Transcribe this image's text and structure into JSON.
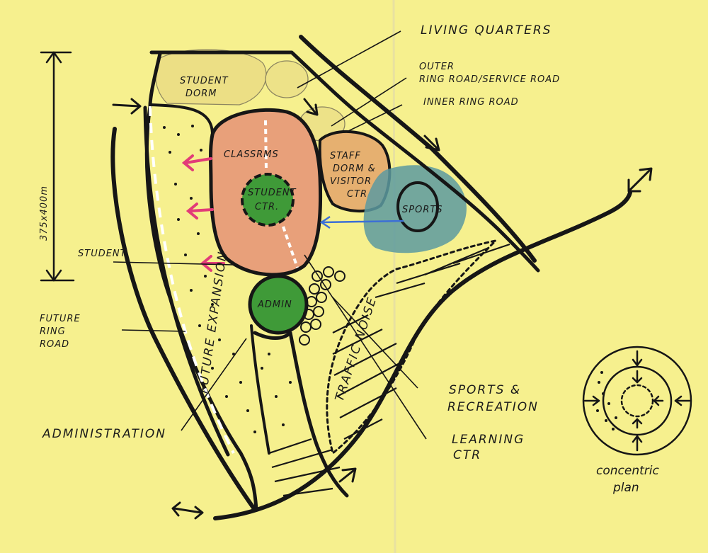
{
  "labels": {
    "living_quarters": "LIVING QUARTERS",
    "outer_ring_1": "OUTER",
    "outer_ring_2": "RING ROAD/SERVICE ROAD",
    "inner_ring": "INNER RING ROAD",
    "dimension": "375x400m",
    "student": "STUDENT",
    "future_ring_1": "FUTURE",
    "future_ring_2": "RING",
    "future_ring_3": "ROAD",
    "administration": "ADMINISTRATION",
    "sports_rec_1": "SPORTS &",
    "sports_rec_2": "RECREATION",
    "learning_1": "LEARNING",
    "learning_2": "CTR",
    "concentric_1": "concentric",
    "concentric_2": "plan"
  },
  "zones": {
    "student_dorm_1": "STUDENT",
    "student_dorm_2": "DORM",
    "classrooms": "CLASSRMS",
    "student_ctr_1": "STUDENT",
    "student_ctr_2": "CTR.",
    "staff_1": "STAFF",
    "staff_2": "DORM &",
    "staff_3": "VISITOR",
    "staff_4": "CTR",
    "sports": "SPORTS",
    "admin": "ADMIN",
    "future_expansion": "FUTURE EXPANSION",
    "traffic_noise": "TRAFFIC NOISE"
  },
  "colors": {
    "paper": "#f6f08e",
    "ink": "#161616",
    "classroom_fill": "#e8a07a",
    "staff_fill": "#e6b070",
    "green": "#3f9a38",
    "sports_fill": "#5c9aa0",
    "dorm_fill": "#ecdf85",
    "arrow_pink": "#e23c78"
  }
}
